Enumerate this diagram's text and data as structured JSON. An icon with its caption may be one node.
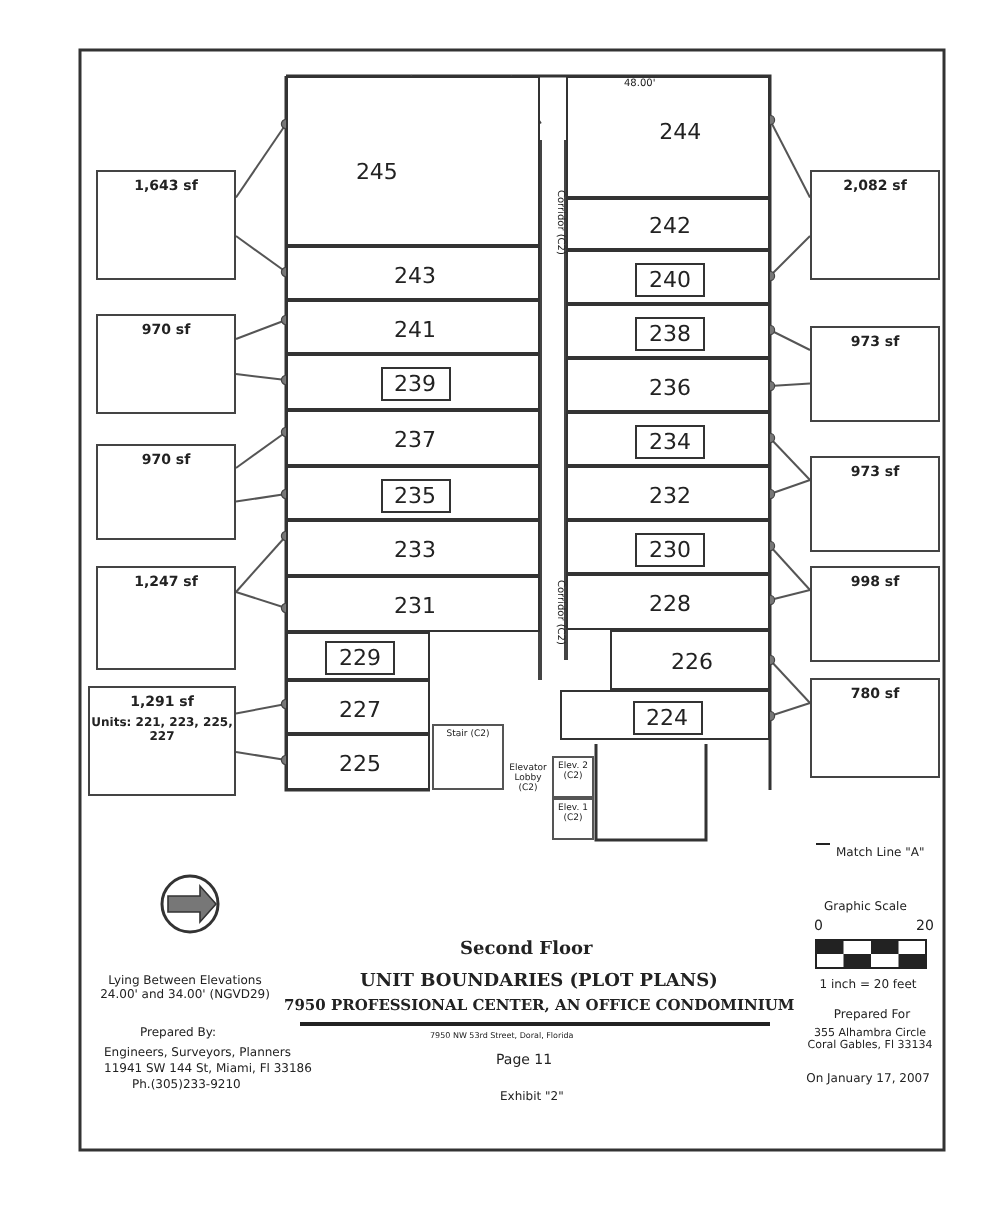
{
  "diagram": {
    "nodes": [
      {
        "text": [
          "1,643 sf"
        ]
      },
      {
        "text": [
          "970 sf"
        ]
      },
      {
        "text": [
          "970 sf"
        ]
      },
      {
        "text": [
          "1,247 sf"
        ]
      },
      {
        "text": [
          "1,291 sf",
          "Units: 221, 223, 225, 227"
        ]
      },
      {
        "text": [
          "2,082 sf"
        ]
      },
      {
        "text": [
          "973 sf"
        ]
      },
      {
        "text": [
          "973 sf"
        ]
      },
      {
        "text": [
          "998 sf"
        ]
      },
      {
        "text": [
          "780 sf"
        ]
      },
      {
        "text": [
          "245"
        ]
      },
      {
        "text": [
          "244"
        ]
      },
      {
        "text": [
          "243"
        ]
      },
      {
        "text": [
          "242"
        ]
      },
      {
        "text": [
          "241"
        ]
      },
      {
        "text": [
          "240"
        ]
      },
      {
        "text": [
          "239"
        ]
      },
      {
        "text": [
          "238"
        ]
      },
      {
        "text": [
          "237"
        ]
      },
      {
        "text": [
          "236"
        ]
      },
      {
        "text": [
          "235"
        ]
      },
      {
        "text": [
          "234"
        ]
      },
      {
        "text": [
          "233"
        ]
      },
      {
        "text": [
          "232"
        ]
      },
      {
        "text": [
          "231"
        ]
      },
      {
        "text": [
          "230"
        ]
      },
      {
        "text": [
          "229"
        ]
      },
      {
        "text": [
          "228"
        ]
      },
      {
        "text": [
          "227"
        ]
      },
      {
        "text": [
          "226"
        ]
      },
      {
        "text": [
          "225"
        ]
      },
      {
        "text": [
          "224"
        ]
      },
      {
        "text": [
          "Stair (C2)"
        ]
      },
      {
        "text": [
          "Elevator Lobby (C2)"
        ]
      },
      {
        "text": [
          "Elev. 2 (C2)"
        ]
      },
      {
        "text": [
          "Elev. 1 (C2)"
        ]
      }
    ],
    "edges": [
      {
        "from": 0,
        "to": 10,
        "arrow": "other"
      },
      {
        "from": 0,
        "to": 12,
        "arrow": "other"
      },
      {
        "from": 1,
        "to": 14,
        "arrow": "other"
      },
      {
        "from": 1,
        "to": 16,
        "arrow": "other"
      },
      {
        "from": 2,
        "to": 18,
        "arrow": "other"
      },
      {
        "from": 2,
        "to": 20,
        "arrow": "other"
      },
      {
        "from": 3,
        "to": 22,
        "arrow": "other"
      },
      {
        "from": 3,
        "to": 24,
        "arrow": "other"
      },
      {
        "from": 4,
        "to": 28,
        "arrow": "other"
      },
      {
        "from": 4,
        "to": 30,
        "arrow": "other"
      },
      {
        "from": 5,
        "to": 11,
        "arrow": "other"
      },
      {
        "from": 5,
        "to": 15,
        "arrow": "other"
      },
      {
        "from": 6,
        "to": 17,
        "arrow": "other"
      },
      {
        "from": 6,
        "to": 19,
        "arrow": "other"
      },
      {
        "from": 7,
        "to": 21,
        "arrow": "other"
      },
      {
        "from": 7,
        "to": 23,
        "arrow": "other"
      },
      {
        "from": 8,
        "to": 25,
        "arrow": "other"
      },
      {
        "from": 8,
        "to": 27,
        "arrow": "other"
      },
      {
        "from": 9,
        "to": 29,
        "arrow": "other"
      },
      {
        "from": 9,
        "to": 31,
        "arrow": "other"
      }
    ],
    "labels": [
      "48.00'",
      "Corridor (C2)",
      "Corridor (C2)",
      "Match Line \"A\"",
      "Graphic Scale",
      "0",
      "20",
      "Second Floor",
      "Lying Between Elevations 24.00' and 34.00' (NGVD29)",
      "UNIT BOUNDARIES (PLOT PLANS)",
      "1 inch = 20 feet",
      "7950 PROFESSIONAL CENTER, AN OFFICE CONDOMINIUM",
      "Prepared By:",
      "7950 NW 53rd Street, Doral, Florida",
      "Prepared For",
      "Engineers, Surveyors, Planners",
      "11941 SW 144 St, Miami, Fl 33186",
      "Page 11",
      "355 Alhambra Circle Coral Gables, Fl 33134",
      "Ph.(305)233-9210",
      "Exhibit \"2\"",
      "On January 17, 2007"
    ]
  }
}
